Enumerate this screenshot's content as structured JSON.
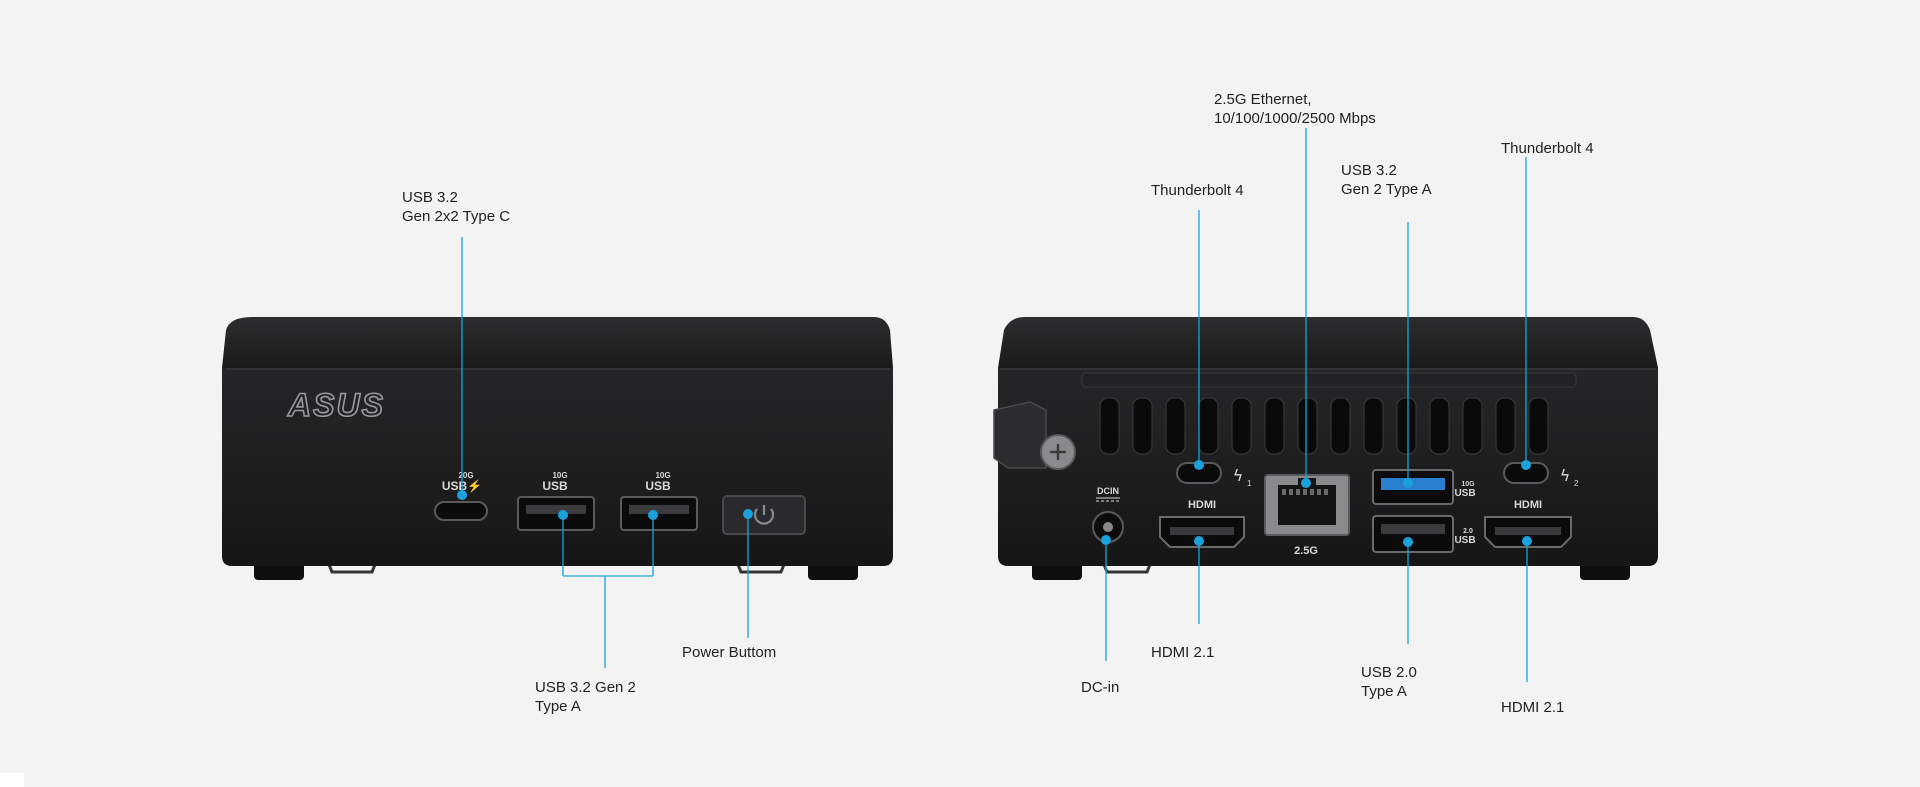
{
  "front": {
    "brand_logo": "ASUS",
    "port_usbc_speed": "20G",
    "port_usbc_text": "USB⚡",
    "port_usb_a1_speed": "10G",
    "port_usb_a1_text": "USB",
    "port_usb_a2_speed": "10G",
    "port_usb_a2_text": "USB",
    "callouts": {
      "usb_c": [
        "USB 3.2",
        "Gen 2x2 Type C"
      ],
      "usb_a": [
        "USB 3.2 Gen 2",
        "Type A"
      ],
      "power": [
        "Power Buttom"
      ]
    }
  },
  "rear": {
    "dcin_text": "DCIN",
    "hdmi1_text": "HDMI",
    "hdmi2_text": "HDMI",
    "ethernet_text": "2.5G",
    "tb1_mark": "1",
    "tb2_mark": "2",
    "usb_a_top_speed": "10G",
    "usb_a_top_text": "USB",
    "usb_a_bottom_speed": "2.0",
    "usb_a_bottom_text": "USB",
    "callouts": {
      "ethernet": [
        "2.5G Ethernet,",
        "10/100/1000/2500 Mbps"
      ],
      "tb_left": [
        "Thunderbolt 4"
      ],
      "usb32": [
        "USB 3.2",
        "Gen 2 Type A"
      ],
      "tb_right": [
        "Thunderbolt 4"
      ],
      "hdmi_left": [
        "HDMI 2.1"
      ],
      "dcin": [
        "DC-in"
      ],
      "usb20": [
        "USB 2.0",
        "Type A"
      ],
      "hdmi_right": [
        "HDMI 2.1"
      ]
    }
  },
  "colors": {
    "background": "#f3f3f3",
    "accent": "#1ba1dc",
    "chassis": "#1c1c1e",
    "text": "#222222"
  }
}
